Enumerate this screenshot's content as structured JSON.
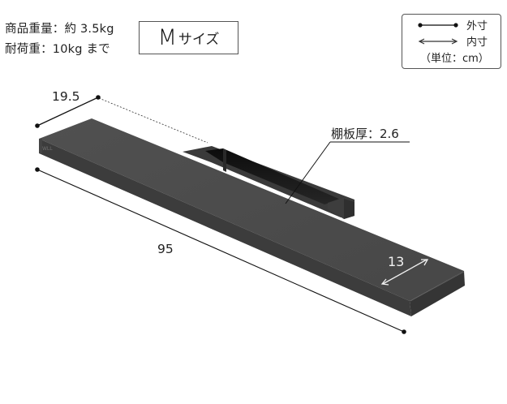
{
  "specs": {
    "weight": "商品重量：約 3.5kg",
    "load_capacity": "耐荷重：10kg まで"
  },
  "size_badge": {
    "letter": "M",
    "suffix": "サイズ"
  },
  "legend": {
    "outer_label": "外寸",
    "inner_label": "内寸",
    "unit_label": "（単位：cm）"
  },
  "dimensions": {
    "depth_outer": "19.5",
    "width_outer": "95",
    "depth_inner": "13",
    "thickness": "棚板厚：2.6"
  },
  "colors": {
    "shelf_top": "#4d4d4d",
    "shelf_front": "#3b3b3b",
    "shelf_side": "#333333",
    "bracket_inner": "#161616",
    "line": "#111111",
    "inner_arrow": "#f0f0f0"
  }
}
